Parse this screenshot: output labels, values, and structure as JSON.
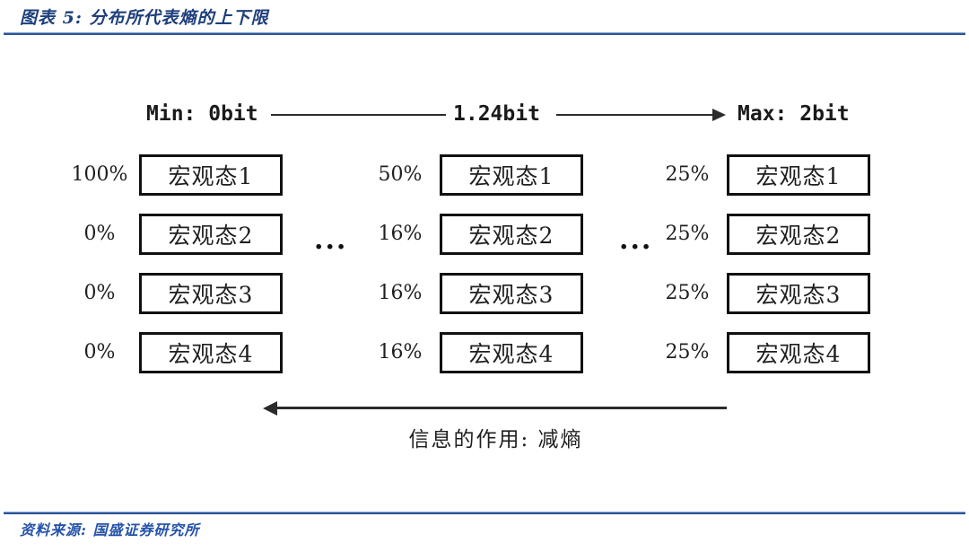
{
  "figure": {
    "title": "图表 5: 分布所代表熵的上下限",
    "source": "资料来源: 国盛证券研究所"
  },
  "entropy_scale": {
    "min_label": "Min: 0bit",
    "mid_label": "1.24bit",
    "max_label": "Max: 2bit"
  },
  "distributions": [
    {
      "name": "min-entropy-distribution",
      "probabilities": [
        {
          "pct": "100%",
          "state": "宏观态1"
        },
        {
          "pct": "0%",
          "state": "宏观态2"
        },
        {
          "pct": "0%",
          "state": "宏观态3"
        },
        {
          "pct": "0%",
          "state": "宏观态4"
        }
      ]
    },
    {
      "name": "mid-entropy-distribution",
      "probabilities": [
        {
          "pct": "50%",
          "state": "宏观态1"
        },
        {
          "pct": "16%",
          "state": "宏观态2"
        },
        {
          "pct": "16%",
          "state": "宏观态3"
        },
        {
          "pct": "16%",
          "state": "宏观态4"
        }
      ]
    },
    {
      "name": "max-entropy-distribution",
      "probabilities": [
        {
          "pct": "25%",
          "state": "宏观态1"
        },
        {
          "pct": "25%",
          "state": "宏观态2"
        },
        {
          "pct": "25%",
          "state": "宏观态3"
        },
        {
          "pct": "25%",
          "state": "宏观态4"
        }
      ]
    }
  ],
  "ellipsis": "...",
  "info_caption": "信息的作用: 减熵",
  "colors": {
    "accent_blue": "#2f5597",
    "title_blue": "#1e3f7c",
    "source_blue": "#2553a8",
    "diagram_line": "#2b2b2b",
    "box_border": "#111111"
  }
}
